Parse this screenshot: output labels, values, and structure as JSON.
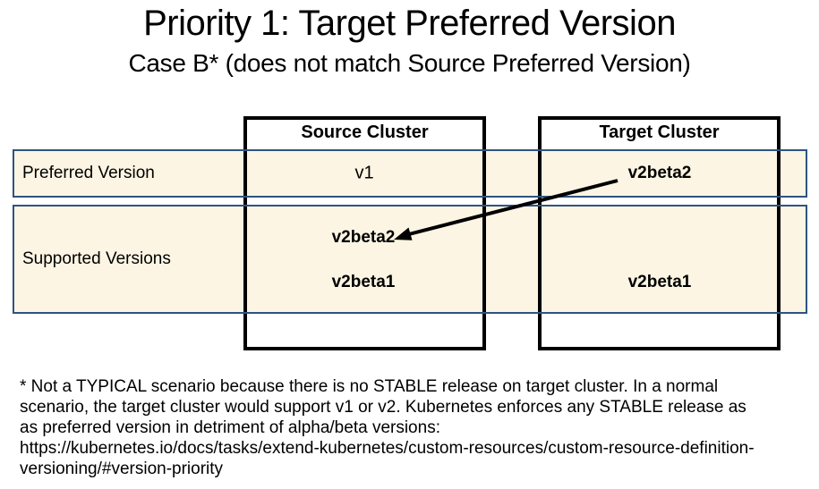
{
  "slide": {
    "title": "Priority 1: Target Preferred Version",
    "subtitle": "Case B* (does not match Source Preferred Version)"
  },
  "diagram": {
    "columns": [
      {
        "header": "Source Cluster"
      },
      {
        "header": "Target Cluster"
      }
    ],
    "rows": [
      {
        "label": "Preferred Version",
        "source_value": "v1",
        "target_value": "v2beta2"
      },
      {
        "label": "Supported Versions",
        "source_values": [
          "v2beta2",
          "v2beta1"
        ],
        "target_values": [
          "v2beta1"
        ]
      }
    ],
    "arrow": {
      "from": "target cluster preferred version v2beta2",
      "to": "source cluster supported version v2beta2"
    }
  },
  "footnote": "* Not a TYPICAL scenario because there is no STABLE release on target cluster. In a normal\nscenario, the target cluster would support v1 or v2. Kubernetes enforces any STABLE release as\nas preferred version in detriment of alpha/beta versions:\nhttps://kubernetes.io/docs/tasks/extend-kubernetes/custom-resources/custom-resource-definition-\nversioning/#version-priority",
  "colors": {
    "row_fill": "#FCF5E3",
    "row_border": "#2F5382",
    "box_border": "#000000",
    "arrow": "#000000"
  }
}
